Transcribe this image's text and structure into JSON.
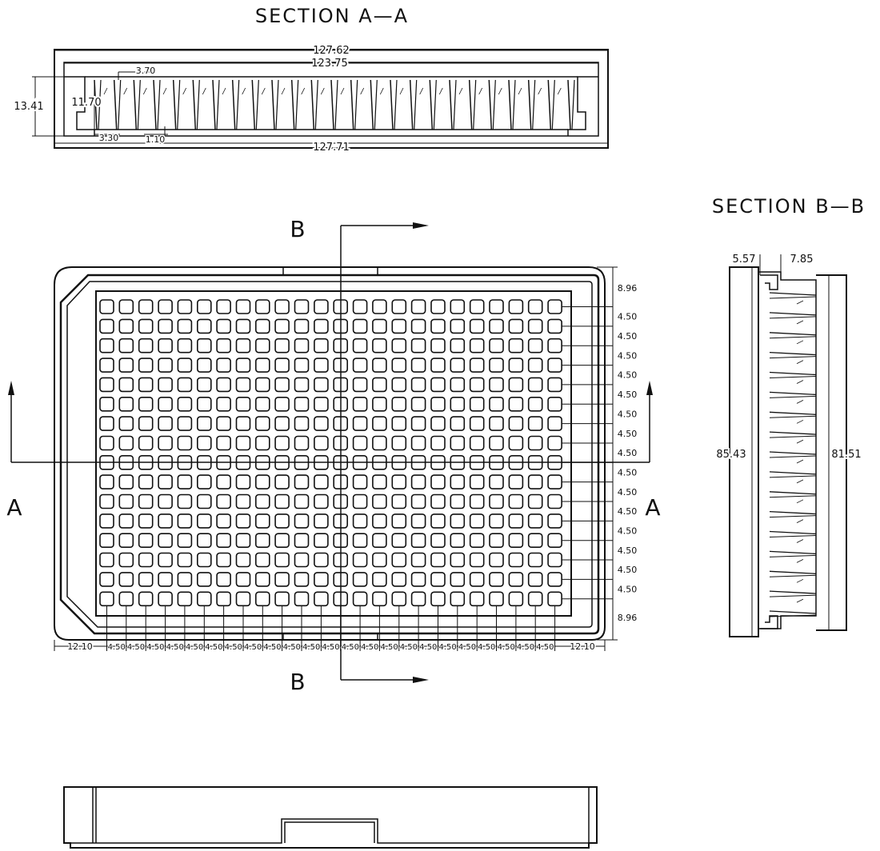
{
  "section_aa": {
    "title": "SECTION A—A",
    "dims": {
      "outer_top": "127.62",
      "inner_top": "123.75",
      "height_total": "13.41",
      "height_inner": "11.70",
      "offset_a": "3.70",
      "offset_b": "3.30",
      "wall": "1.10",
      "bottom": "127.71"
    }
  },
  "top_view": {
    "cut_b_label": "B",
    "cut_a_label": "A",
    "rows": 16,
    "cols": 24,
    "dims": {
      "margin_top": "8.96",
      "margin_bottom": "8.96",
      "pitch": "4.50",
      "margin_left": "12.10",
      "margin_right": "12.10"
    }
  },
  "section_bb": {
    "title": "SECTION B—B",
    "dims": {
      "left_step": "5.57",
      "right_step": "7.85",
      "height_total": "85.43",
      "height_inner": "81.51"
    }
  },
  "colors": {
    "line": "#111111",
    "background": "#ffffff"
  }
}
